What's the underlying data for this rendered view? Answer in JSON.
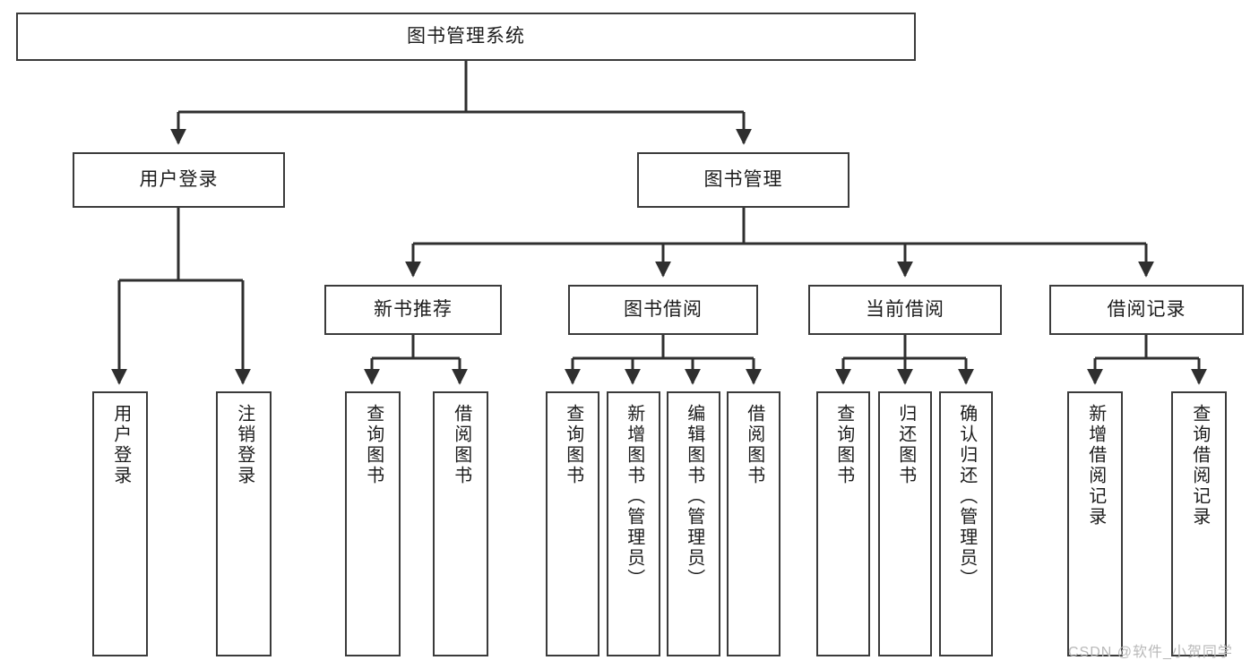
{
  "diagram": {
    "title": "图书管理系统",
    "type": "tree-hierarchy-diagram",
    "colors": {
      "box_border": "#3b3b3b",
      "box_fill": "#ffffff",
      "connector": "#2f2f2f",
      "text": "#1c1c1c",
      "watermark": "#b9b9b9",
      "background": "#ffffff"
    },
    "root": {
      "label": "图书管理系统"
    },
    "level2": [
      {
        "label": "用户登录"
      },
      {
        "label": "图书管理"
      }
    ],
    "level3": [
      {
        "label": "新书推荐"
      },
      {
        "label": "图书借阅"
      },
      {
        "label": "当前借阅"
      },
      {
        "label": "借阅记录"
      }
    ],
    "leaves": {
      "user_login": [
        {
          "label": "用户登录"
        },
        {
          "label": "注销登录"
        }
      ],
      "new_book_recommend": [
        {
          "label": "查询图书"
        },
        {
          "label": "借阅图书"
        }
      ],
      "book_borrow": [
        {
          "label": "查询图书"
        },
        {
          "label": "新增图书（管理员）"
        },
        {
          "label": "编辑图书（管理员）"
        },
        {
          "label": "借阅图书"
        }
      ],
      "current_borrow": [
        {
          "label": "查询图书"
        },
        {
          "label": "归还图书"
        },
        {
          "label": "确认归还（管理员）"
        }
      ],
      "borrow_record": [
        {
          "label": "新增借阅记录"
        },
        {
          "label": "查询借阅记录"
        }
      ]
    },
    "watermark": "CSDN @软件_小贺同学"
  }
}
